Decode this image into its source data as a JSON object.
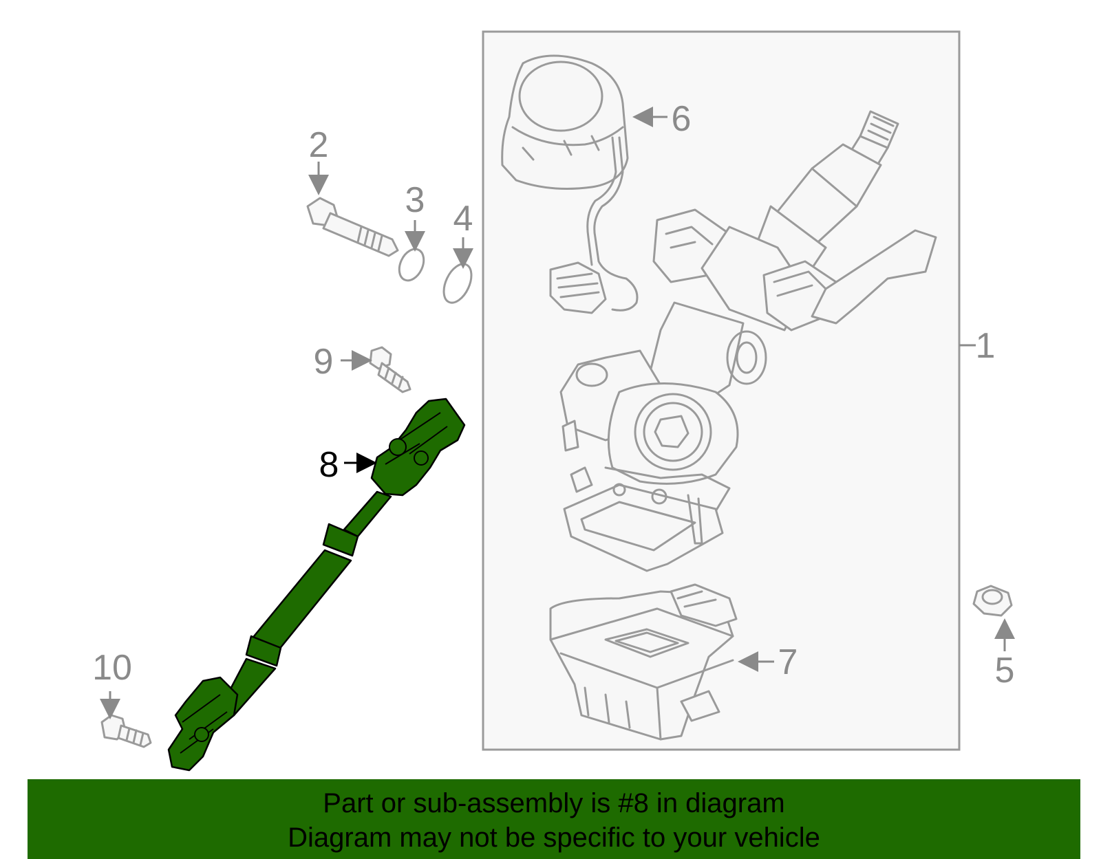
{
  "callouts": {
    "c1": "1",
    "c2": "2",
    "c3": "3",
    "c4": "4",
    "c5": "5",
    "c6": "6",
    "c7": "7",
    "c8": "8",
    "c9": "9",
    "c10": "10"
  },
  "highlighted_part": "8",
  "colors": {
    "highlight": "#1e6b00",
    "line_art": "#9a9a9a",
    "banner": "#1e6b00"
  },
  "banner": {
    "line1": "Part or sub-assembly is #8 in diagram",
    "line2": "Diagram may not be specific to your vehicle"
  }
}
